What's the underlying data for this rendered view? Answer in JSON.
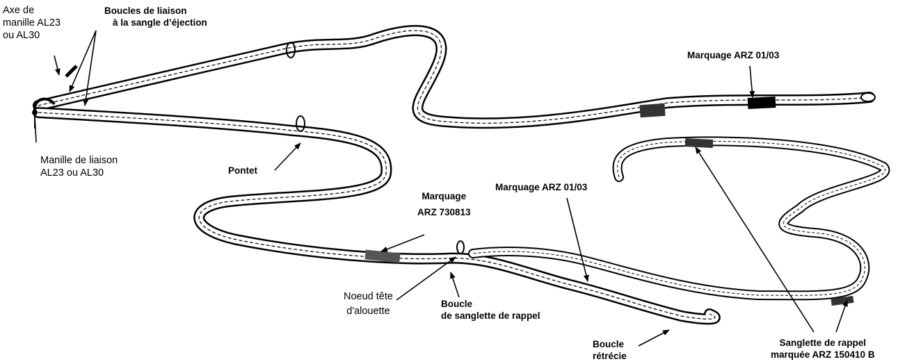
{
  "labels": {
    "axe_manille": [
      "Axe de",
      "manille AL23",
      "ou AL30"
    ],
    "boucles_liaison": [
      "Boucles de liaison",
      "à la sangle d’éjection"
    ],
    "manille_liaison": [
      "Manille de liaison",
      "AL23 ou AL30"
    ],
    "pontet": "Pontet",
    "marquage_arz_top": "Marquage ARZ 01/03",
    "marquage_730813": [
      "Marquage",
      "ARZ 730813"
    ],
    "marquage_arz_mid": "Marquage ARZ 01/03",
    "noeud": [
      "Noeud tête",
      "d'alouette"
    ],
    "boucle_sanglette": [
      "Boucle",
      "de sanglette de rappel"
    ],
    "boucle_retrecie": [
      "Boucle",
      "rétrécie"
    ],
    "sanglette_rappel": [
      "Sanglette de rappel",
      "marquée ARZ 150410 B"
    ]
  }
}
